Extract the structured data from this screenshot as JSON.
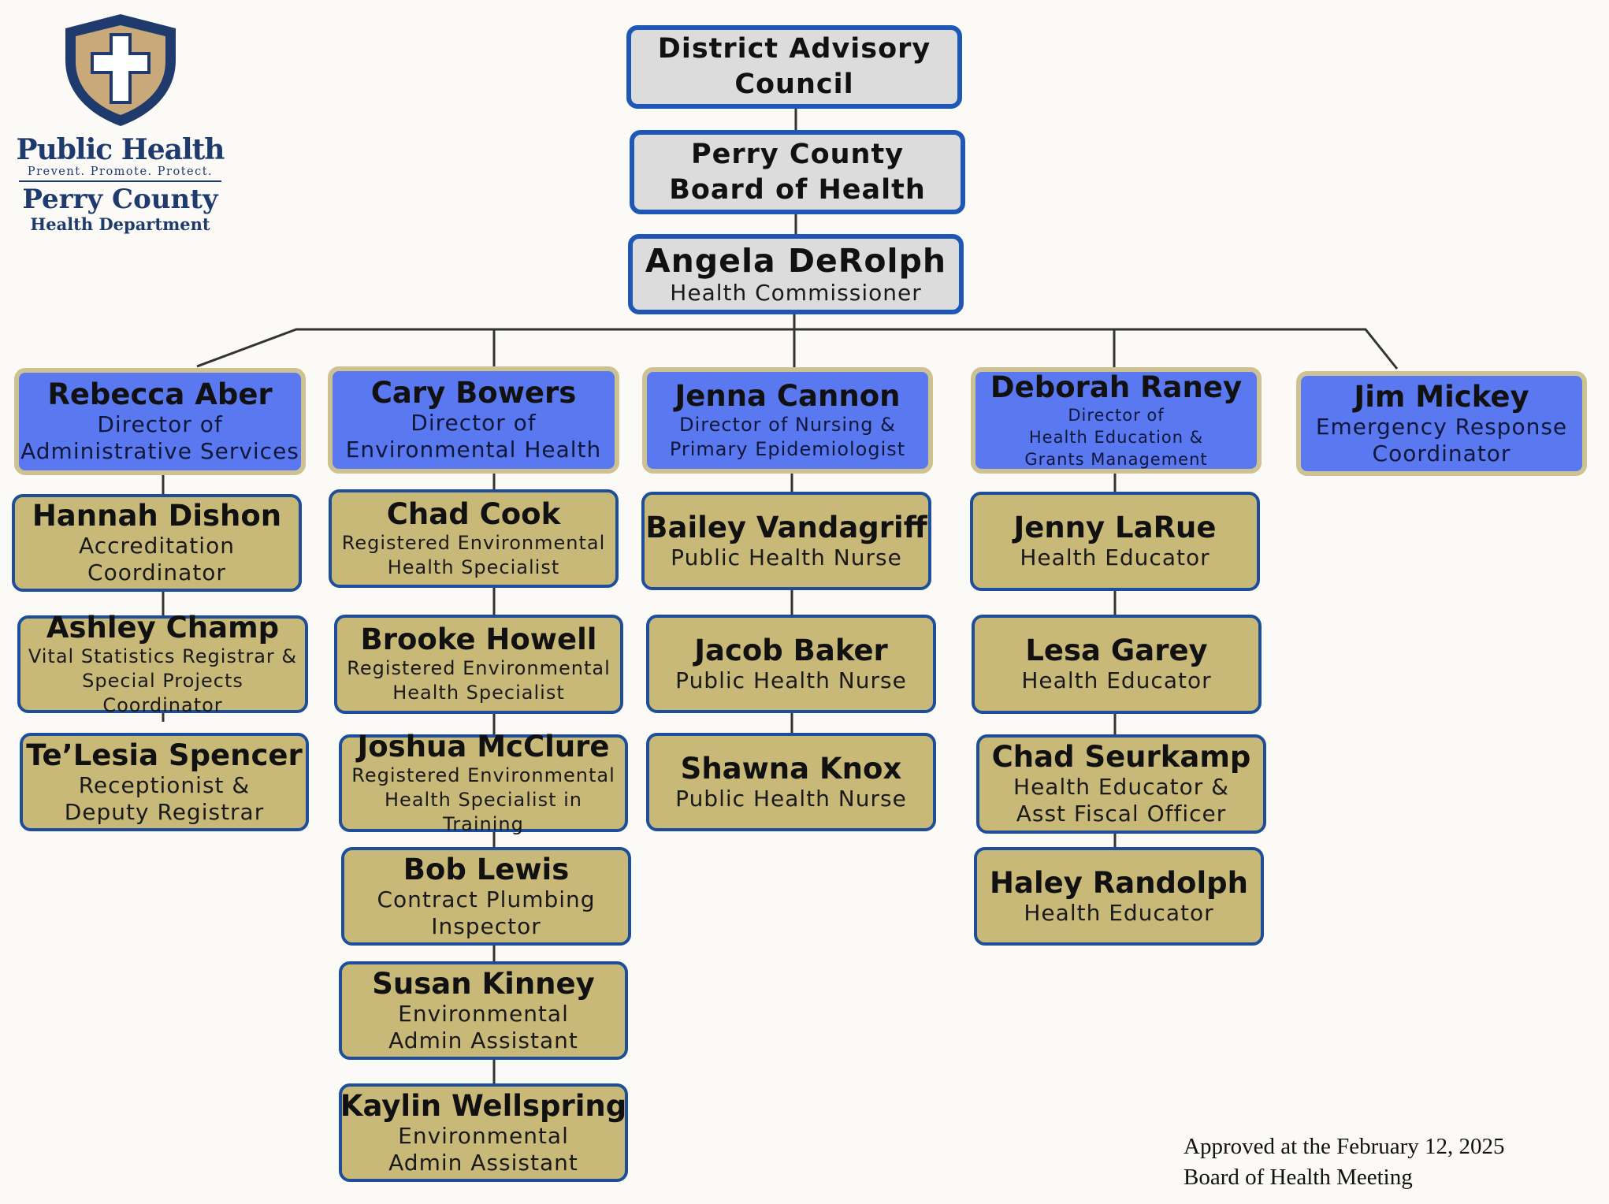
{
  "logo": {
    "title": "Public Health",
    "tagline": "Prevent. Promote. Protect.",
    "county": "Perry County",
    "department": "Health Department",
    "colors": {
      "navy": "#1f3a6d",
      "tan": "#c9a97a"
    }
  },
  "top": [
    {
      "name": "District Advisory\nCouncil"
    },
    {
      "name": "Perry County\nBoard of Health"
    },
    {
      "name": "Angela DeRolph",
      "role": "Health Commissioner"
    }
  ],
  "directors": [
    {
      "name": "Rebecca Aber",
      "role": "Director of\nAdministrative Services"
    },
    {
      "name": "Cary Bowers",
      "role": "Director of\nEnvironmental Health"
    },
    {
      "name": "Jenna Cannon",
      "role": "Director of Nursing &\nPrimary Epidemiologist"
    },
    {
      "name": "Deborah Raney",
      "role": "Director of\nHealth Education &\nGrants Management"
    },
    {
      "name": "Jim Mickey",
      "role": "Emergency Response\nCoordinator"
    }
  ],
  "staff": [
    [
      {
        "name": "Hannah Dishon",
        "role": "Accreditation\nCoordinator"
      },
      {
        "name": "Ashley Champ",
        "role": "Vital Statistics Registrar &\nSpecial Projects Coordinator"
      },
      {
        "name": "Te’Lesia Spencer",
        "role": "Receptionist &\nDeputy Registrar"
      }
    ],
    [
      {
        "name": "Chad Cook",
        "role": "Registered Environmental\nHealth Specialist"
      },
      {
        "name": "Brooke Howell",
        "role": "Registered Environmental\nHealth Specialist"
      },
      {
        "name": "Joshua McClure",
        "role": "Registered Environmental\nHealth Specialist in Training"
      },
      {
        "name": "Bob Lewis",
        "role": "Contract Plumbing\nInspector"
      },
      {
        "name": "Susan Kinney",
        "role": "Environmental\nAdmin Assistant"
      },
      {
        "name": "Kaylin Wellspring",
        "role": "Environmental\nAdmin Assistant"
      }
    ],
    [
      {
        "name": "Bailey Vandagriff",
        "role": "Public Health Nurse"
      },
      {
        "name": "Jacob Baker",
        "role": "Public Health Nurse"
      },
      {
        "name": "Shawna Knox",
        "role": "Public Health Nurse"
      }
    ],
    [
      {
        "name": "Jenny LaRue",
        "role": "Health Educator"
      },
      {
        "name": "Lesa Garey",
        "role": "Health Educator"
      },
      {
        "name": "Chad Seurkamp",
        "role": "Health Educator &\nAsst Fiscal Officer"
      },
      {
        "name": "Haley Randolph",
        "role": "Health Educator"
      }
    ]
  ],
  "approval": "Approved at the February 12, 2025\nBoard of Health Meeting",
  "colors": {
    "top_fill": "#dcdcdc",
    "top_border": "#1e57b5",
    "director_fill": "#5a78f0",
    "director_border": "#cfc292",
    "staff_fill": "#c9b979",
    "staff_border": "#1e4e9a",
    "line": "#333333"
  }
}
